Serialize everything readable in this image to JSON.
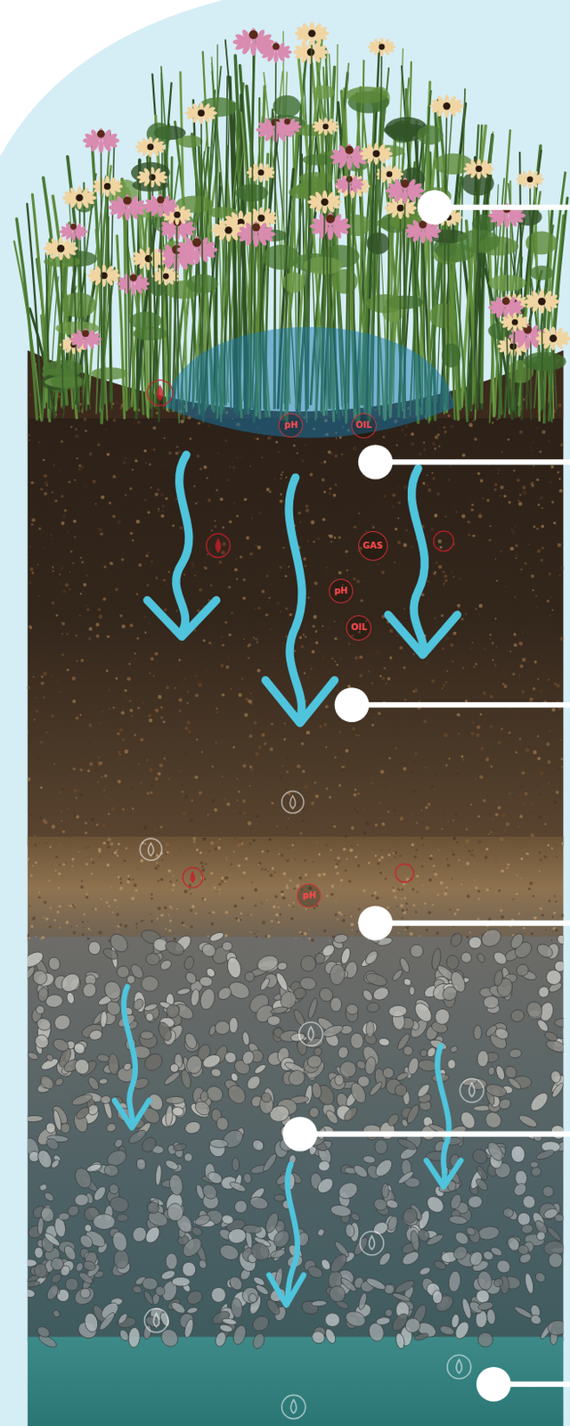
{
  "diagram": {
    "labels": [
      "pH",
      "OIL",
      "pH",
      "GAS",
      "OIL",
      "pH"
    ]
  }
}
